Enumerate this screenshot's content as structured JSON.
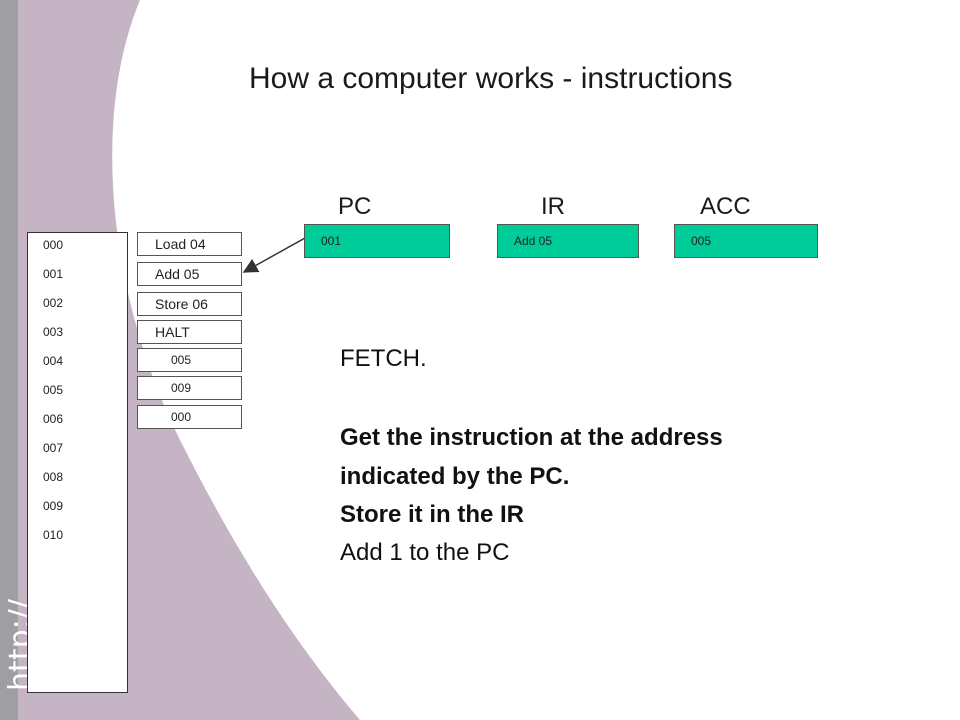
{
  "title": "How a computer works - instructions",
  "watermark": "http://",
  "memory": {
    "addresses": [
      "000",
      "001",
      "002",
      "003",
      "004",
      "005",
      "006",
      "007",
      "008",
      "009",
      "010"
    ],
    "cells": [
      "Load 04",
      "Add 05",
      "Store 06",
      "HALT",
      "005",
      "009",
      "000"
    ]
  },
  "registers": [
    {
      "label": "PC",
      "value": "001"
    },
    {
      "label": "IR",
      "value": "Add 05"
    },
    {
      "label": "ACC",
      "value": "005"
    }
  ],
  "explanation": {
    "step": "FETCH.",
    "line1": "Get the instruction at the address",
    "line2": "indicated by the PC.",
    "line3": "Store it in the IR",
    "line4": "Add 1 to the PC"
  },
  "colors": {
    "register_fill": "#00cc99",
    "decor_mauve": "#c4b4c4",
    "strip_gray": "#9f9fa3"
  }
}
